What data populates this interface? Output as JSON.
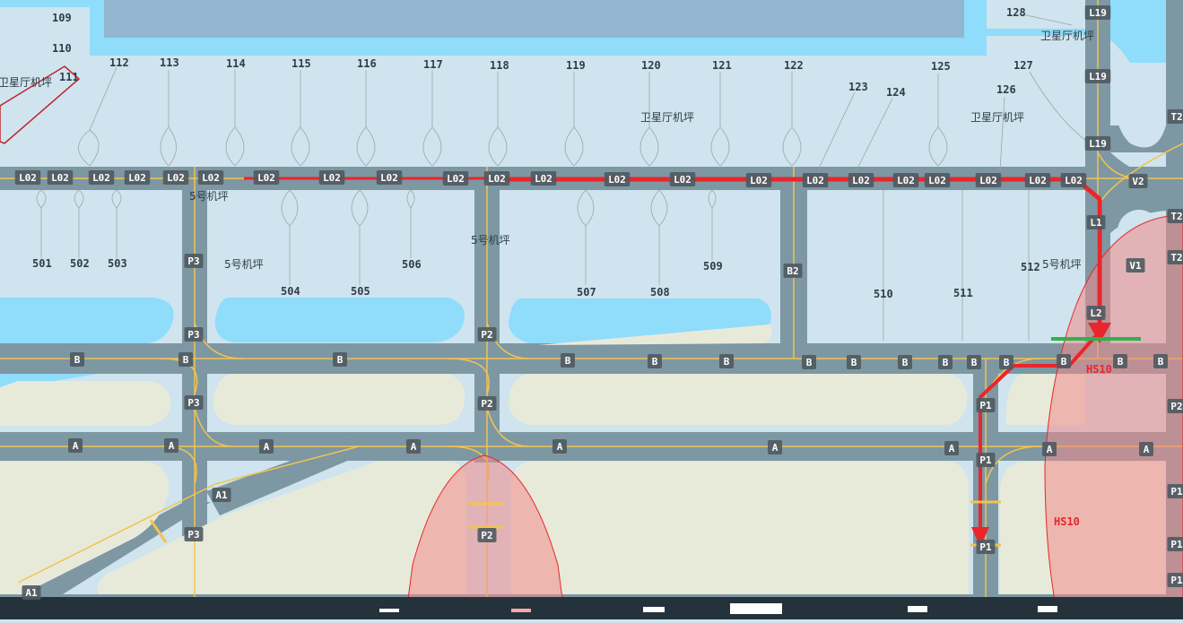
{
  "map": {
    "apron_labels": {
      "satellite_apron": "卫星厅机坪",
      "apron5": "5号机坪"
    },
    "stands_top": [
      "109",
      "110",
      "111",
      "112",
      "113",
      "114",
      "115",
      "116",
      "117",
      "118",
      "119",
      "120",
      "121",
      "122",
      "123",
      "124",
      "125",
      "126",
      "127",
      "128"
    ],
    "stands_bottom": [
      "501",
      "502",
      "503",
      "504",
      "505",
      "506",
      "507",
      "508",
      "509",
      "510",
      "511",
      "512"
    ],
    "taxiways": {
      "L02": "L02",
      "L19": "L19",
      "L1": "L1",
      "L2": "L2",
      "T2": "T2",
      "V1": "V1",
      "V2": "V2",
      "P1": "P1",
      "P2": "P2",
      "P3": "P3",
      "B": "B",
      "B2": "B2",
      "A": "A",
      "A1": "A1"
    },
    "hotspot_label": "HS10",
    "colors": {
      "apron": "#cfe4ee",
      "water": "#8fdcfb",
      "grass": "#e8ead9",
      "pavement": "#7d97a3",
      "centerline": "#f2c44f",
      "route": "#e8262c",
      "hold_bar": "#2fb24a",
      "hotspot": "#f08a8a"
    }
  }
}
